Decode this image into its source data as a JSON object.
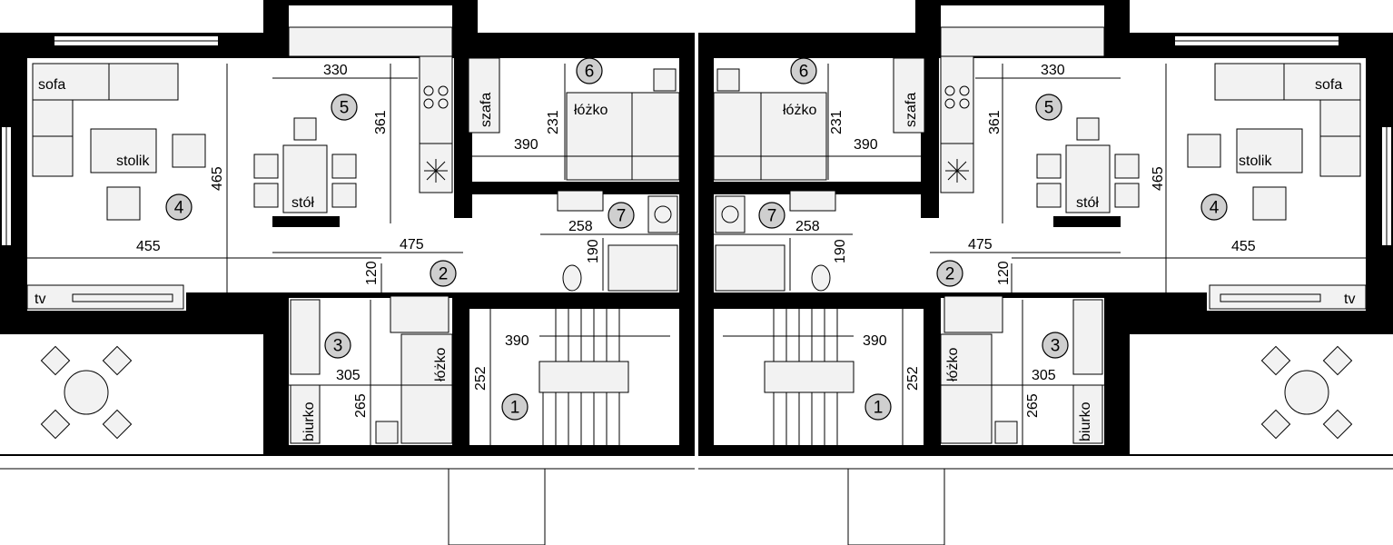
{
  "rooms": {
    "r1": "1",
    "r2": "2",
    "r3": "3",
    "r4": "4",
    "r5": "5",
    "r6": "6",
    "r7": "7"
  },
  "labels": {
    "sofa": "sofa",
    "stolik": "stolik",
    "tv": "tv",
    "stol": "stół",
    "szafa": "szafa",
    "lozko": "łóżko",
    "biurko": "biurko"
  },
  "dimensions": {
    "d330": "330",
    "d361": "361",
    "d465": "465",
    "d455": "455",
    "d475": "475",
    "d120": "120",
    "d390": "390",
    "d231": "231",
    "d258": "258",
    "d190": "190",
    "d305": "305",
    "d265": "265",
    "d252": "252"
  }
}
